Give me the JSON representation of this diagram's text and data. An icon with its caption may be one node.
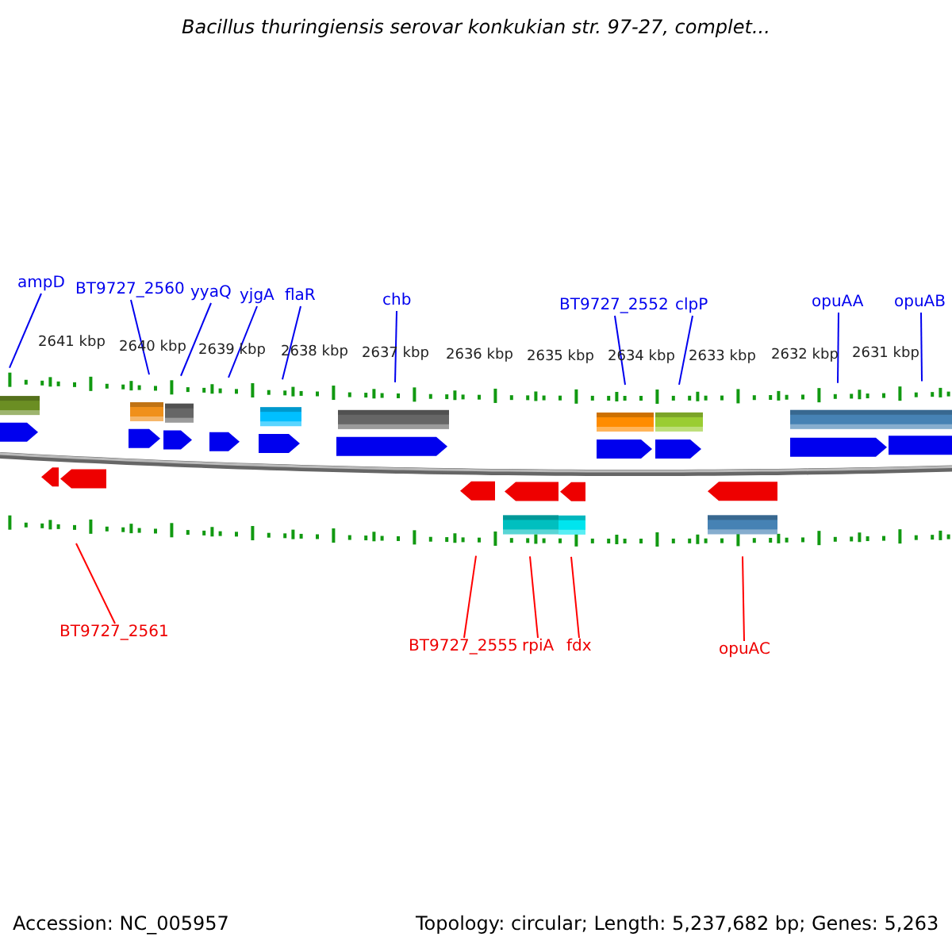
{
  "diagram": {
    "title": "Bacillus thuringiensis serovar konkukian str. 97-27, complet...",
    "nodes": [
      {
        "text": [
          "ampD"
        ]
      },
      {
        "text": [
          "BT9727_2560"
        ]
      },
      {
        "text": [
          "yyaQ"
        ]
      },
      {
        "text": [
          "yjgA"
        ]
      },
      {
        "text": [
          "flaR"
        ]
      },
      {
        "text": [
          "chb"
        ]
      },
      {
        "text": [
          "BT9727_2552"
        ]
      },
      {
        "text": [
          "clpP"
        ]
      },
      {
        "text": [
          "opuAA"
        ]
      },
      {
        "text": [
          "opuAB"
        ]
      },
      {
        "text": [
          "BT9727_2561"
        ]
      },
      {
        "text": [
          "BT9727_2555"
        ]
      },
      {
        "text": [
          "rpiA"
        ]
      },
      {
        "text": [
          "fdx"
        ]
      },
      {
        "text": [
          "opuAC"
        ]
      }
    ],
    "edges": [
      {
        "from": 0,
        "to": null,
        "arrow": "none"
      },
      {
        "from": 1,
        "to": null,
        "arrow": "none"
      },
      {
        "from": 2,
        "to": null,
        "arrow": "none"
      },
      {
        "from": 3,
        "to": null,
        "arrow": "none"
      },
      {
        "from": 4,
        "to": null,
        "arrow": "none"
      },
      {
        "from": 5,
        "to": null,
        "arrow": "none"
      },
      {
        "from": 6,
        "to": null,
        "arrow": "none"
      },
      {
        "from": 7,
        "to": null,
        "arrow": "none"
      },
      {
        "from": 8,
        "to": null,
        "arrow": "none"
      },
      {
        "from": 9,
        "to": null,
        "arrow": "none"
      },
      {
        "from": 10,
        "to": null,
        "arrow": "none",
        "color": "#ff0000"
      },
      {
        "from": 11,
        "to": null,
        "arrow": "none",
        "color": "#ff0000"
      },
      {
        "from": 12,
        "to": null,
        "arrow": "none",
        "color": "#ff0000"
      },
      {
        "from": 13,
        "to": null,
        "arrow": "none",
        "color": "#ff0000"
      },
      {
        "from": 14,
        "to": null,
        "arrow": "none",
        "color": "#ff0000"
      }
    ],
    "labels": [
      "2641 kbp",
      "2640 kbp",
      "2639 kbp",
      "2638 kbp",
      "2637 kbp",
      "2636 kbp",
      "2635 kbp",
      "2634 kbp",
      "2633 kbp",
      "2632 kbp",
      "2631 kbp",
      "Accession: NC_005957",
      "Topology: circular; Length: 5,237,682 bp; Genes: 5,263"
    ]
  }
}
